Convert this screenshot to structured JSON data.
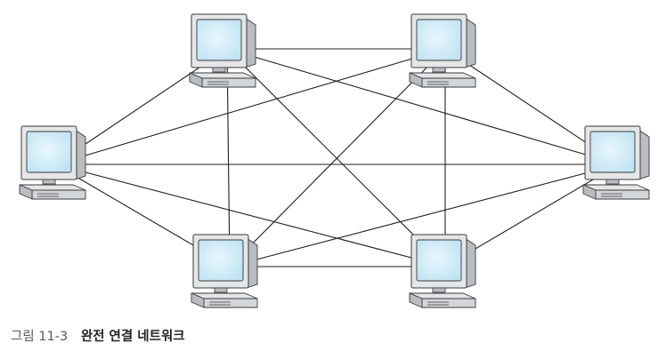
{
  "figure": {
    "label": "그림 11-3",
    "title": "완전 연결 네트워크"
  },
  "network": {
    "topology": "full-mesh",
    "nodes": [
      {
        "id": "top-left",
        "kind": "computer-icon"
      },
      {
        "id": "top-right",
        "kind": "computer-icon"
      },
      {
        "id": "left",
        "kind": "computer-icon"
      },
      {
        "id": "right",
        "kind": "computer-icon"
      },
      {
        "id": "bottom-left",
        "kind": "computer-icon"
      },
      {
        "id": "bottom-right",
        "kind": "computer-icon"
      }
    ],
    "links": [
      [
        "top-left",
        "top-right"
      ],
      [
        "top-left",
        "left"
      ],
      [
        "top-left",
        "right"
      ],
      [
        "top-left",
        "bottom-left"
      ],
      [
        "top-left",
        "bottom-right"
      ],
      [
        "top-right",
        "left"
      ],
      [
        "top-right",
        "right"
      ],
      [
        "top-right",
        "bottom-left"
      ],
      [
        "top-right",
        "bottom-right"
      ],
      [
        "left",
        "right"
      ],
      [
        "left",
        "bottom-left"
      ],
      [
        "left",
        "bottom-right"
      ],
      [
        "right",
        "bottom-left"
      ],
      [
        "right",
        "bottom-right"
      ],
      [
        "bottom-left",
        "bottom-right"
      ]
    ],
    "colors": {
      "screen": "#bfe3f2",
      "screen_center": "#e9f7fd",
      "case": "#e4e6e8",
      "case_dark": "#b9bdc1",
      "outline": "#3a3a3a",
      "link": "#1f1f1f"
    }
  }
}
